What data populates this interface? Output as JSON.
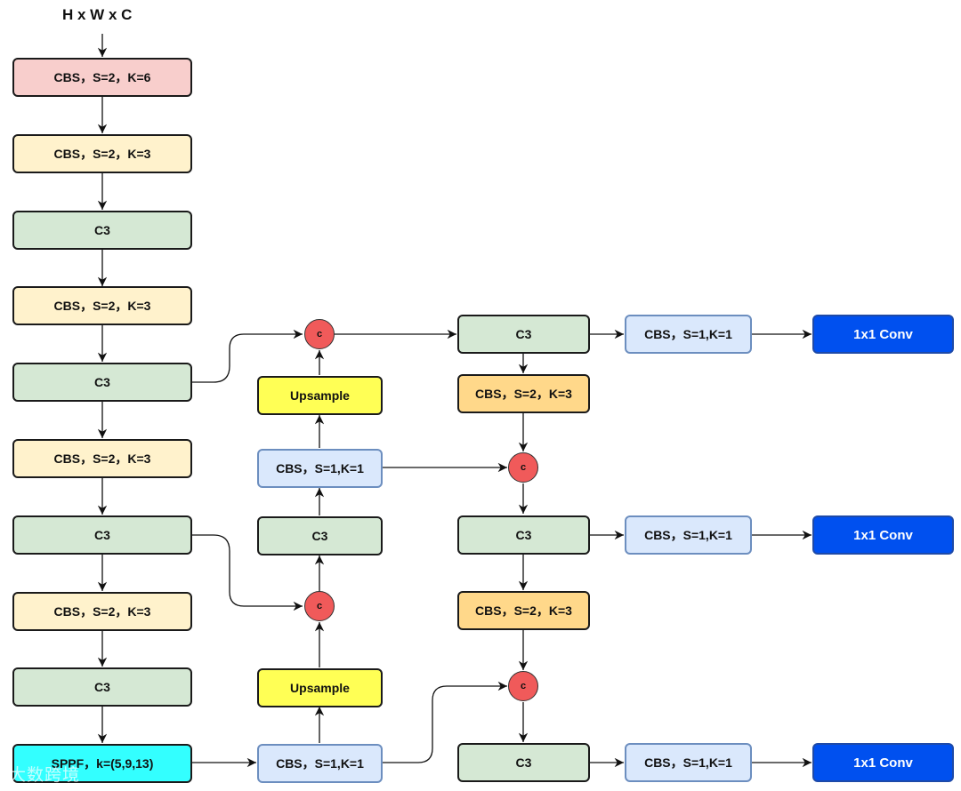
{
  "input_label": "H x W x C",
  "colors": {
    "cbs_k6": "#f8cecc",
    "cbs_light": "#fff2cc",
    "c3": "#d5e8d4",
    "cbs_s1": "#dae8fc",
    "upsample": "#ffff55",
    "cbs_neck": "#ffd88a",
    "sppf": "#33ffff",
    "conv": "#0050ef",
    "concat": "#f05a5a"
  },
  "backbone": {
    "b1": "CBS，S=2，K=6",
    "b2": "CBS，S=2，K=3",
    "b3": "C3",
    "b4": "CBS，S=2，K=3",
    "b5": "C3",
    "b6": "CBS，S=2，K=3",
    "b7": "C3",
    "b8": "CBS，S=2，K=3",
    "b9": "C3",
    "b10": "SPPF，k=(5,9,13)"
  },
  "neck": {
    "upsample_top": "Upsample",
    "cbs_s1_mid": "CBS，S=1,K=1",
    "c3_mid": "C3",
    "upsample_bottom": "Upsample",
    "cbs_s1_bottom": "CBS，S=1,K=1",
    "concat_label": "c"
  },
  "head": {
    "c3_top": "C3",
    "cbs_s2_a": "CBS，S=2，K=3",
    "c3_middle": "C3",
    "cbs_s2_b": "CBS，S=2，K=3",
    "c3_bottom": "C3",
    "cbs_out_1": "CBS，S=1,K=1",
    "cbs_out_2": "CBS，S=1,K=1",
    "cbs_out_3": "CBS，S=1,K=1",
    "conv_1": "1x1 Conv",
    "conv_2": "1x1 Conv",
    "conv_3": "1x1 Conv"
  },
  "watermark": "大数跨境"
}
